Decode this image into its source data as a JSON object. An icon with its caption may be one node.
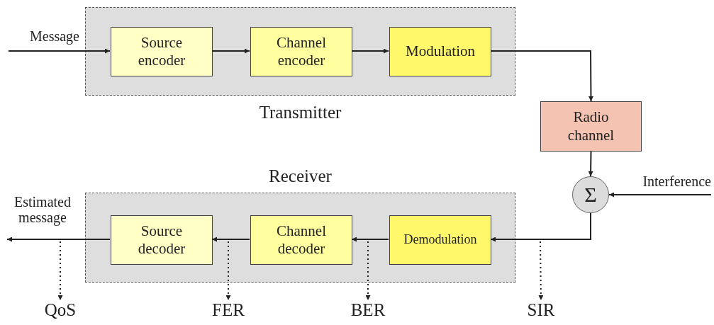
{
  "diagram": {
    "nodes": [
      {
        "text": [
          "Transmitter"
        ]
      },
      {
        "text": [
          "Source encoder"
        ],
        "in": 0
      },
      {
        "text": [
          "Channel encoder"
        ],
        "in": 0
      },
      {
        "text": [
          "Modulation"
        ],
        "in": 0
      },
      {
        "text": [
          "Radio channel"
        ]
      },
      {
        "text": [
          "Σ"
        ]
      },
      {
        "text": [
          "Receiver"
        ]
      },
      {
        "text": [
          "Source decoder"
        ],
        "in": 6
      },
      {
        "text": [
          "Channel decoder"
        ],
        "in": 6
      },
      {
        "text": [
          "Demodulation"
        ],
        "in": 6
      },
      {
        "text": [
          "Interference"
        ]
      },
      {
        "text": [
          "QoS"
        ]
      },
      {
        "text": [
          "FER"
        ]
      },
      {
        "text": [
          "BER"
        ]
      },
      {
        "text": [
          "SIR"
        ]
      }
    ],
    "edges": [
      {
        "from": null,
        "to": 1,
        "arrow": "to"
      },
      {
        "from": 1,
        "to": 2,
        "arrow": "to"
      },
      {
        "from": 2,
        "to": 3,
        "arrow": "to"
      },
      {
        "from": 3,
        "to": 4,
        "arrow": "to"
      },
      {
        "from": 4,
        "to": 5,
        "arrow": "to"
      },
      {
        "from": 10,
        "to": 5,
        "arrow": "to"
      },
      {
        "from": 5,
        "to": 9,
        "arrow": "to"
      },
      {
        "from": 9,
        "to": 8,
        "arrow": "to"
      },
      {
        "from": 8,
        "to": 7,
        "arrow": "to"
      },
      {
        "from": 7,
        "to": null,
        "arrow": "to"
      },
      {
        "from": null,
        "to": 11,
        "arrow": "to",
        "style": "dashed"
      },
      {
        "from": null,
        "to": 12,
        "arrow": "to",
        "style": "dashed"
      },
      {
        "from": null,
        "to": 13,
        "arrow": "to",
        "style": "dashed"
      },
      {
        "from": null,
        "to": 14,
        "arrow": "to",
        "style": "dashed"
      }
    ],
    "labels": [
      "Message",
      "Estimated message"
    ]
  }
}
